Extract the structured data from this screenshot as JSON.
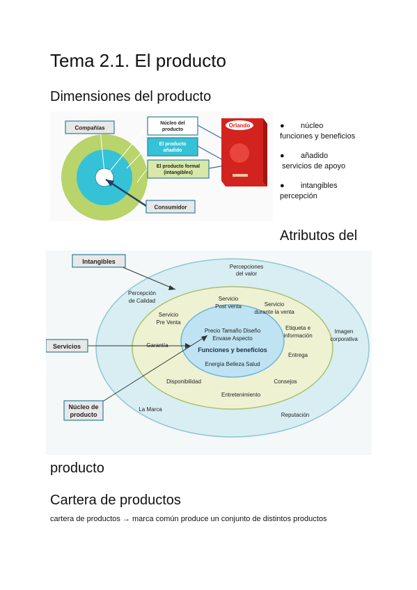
{
  "title": "Tema 2.1. El producto",
  "section_dimensions": "Dimensiones del producto",
  "dimensions_diagram": {
    "labels": {
      "companias": "Compañías",
      "nucleo_l1": "Núcleo del",
      "nucleo_l2": "producto",
      "anadido_l1": "El producto",
      "anadido_l2": "añadido",
      "formal_l1": "El producto formal",
      "formal_l2": "(intangibles)",
      "consumidor": "Consumidor"
    },
    "pack_brand": "Orlando"
  },
  "bullets": [
    {
      "term": "núcleo",
      "desc": "funciones y beneficios"
    },
    {
      "term": "añadido",
      "desc": "servicios de apoyo"
    },
    {
      "term": "intangibles",
      "desc": "percepción"
    }
  ],
  "bullet_symbol": "●",
  "section_atributos_part1": "Atributos del",
  "section_atributos_part2": "producto",
  "attributes_diagram": {
    "boxes": {
      "intangibles": "Intangibles",
      "servicios": "Servicios",
      "nucleo_l1": "Núcleo de",
      "nucleo_l2": "producto"
    },
    "outer": {
      "percepciones_l1": "Percepciones",
      "percepciones_l2": "del valor",
      "percepcion_calidad_l1": "Percepción",
      "percepcion_calidad_l2": "de Calidad",
      "imagen_l1": "Imagen",
      "imagen_l2": "corporativa",
      "marca": "La Marca",
      "reputacion": "Reputación"
    },
    "middle": {
      "servicio_post_l1": "Servicio",
      "servicio_post_l2": "Post venta",
      "servicio_durante_l1": "Servicio",
      "servicio_durante_l2": "durante la venta",
      "servicio_pre_l1": "Servicio",
      "servicio_pre_l2": "Pre Venta",
      "etiqueta_l1": "Etiqueta e",
      "etiqueta_l2": "información",
      "garantia": "Garantía",
      "entrega": "Entrega",
      "disponibilidad": "Disponibilidad",
      "consejos": "Consejos",
      "entretenimiento": "Entretenimiento"
    },
    "inner": {
      "line1": "Precio  Tamaño Diseño",
      "line2": "Envase  Aspecto",
      "line3": "Funciones y beneficios",
      "line4": "Energía Belleza Salud"
    }
  },
  "section_cartera": "Cartera de productos",
  "cartera_text": "cartera de productos → marca común produce un conjunto de distintos productos",
  "colors": {
    "outer_ring": "#d9eef2",
    "middle_ring": "#eef2d3",
    "inner_ring": "#bfe3f3",
    "green_ring": "#b8d46a",
    "cyan_ring": "#35c2d6",
    "box_fill": "#e8e8e8",
    "box_border": "#2e7f98",
    "pack_red": "#d2231e"
  }
}
